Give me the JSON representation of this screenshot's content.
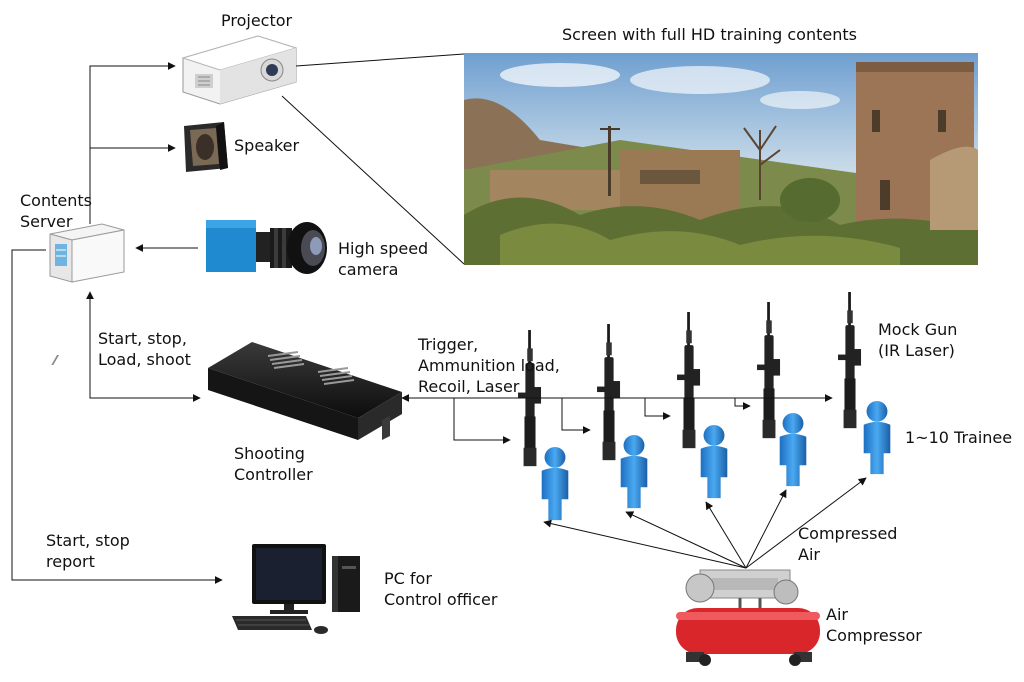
{
  "labels": {
    "projector": "Projector",
    "screen_caption": "Screen with full HD training contents",
    "speaker": "Speaker",
    "contents_server": "Contents\nServer",
    "high_speed_camera": "High speed\ncamera",
    "start_stop_load_shoot": "Start, stop,\nLoad, shoot",
    "trigger_etc": "Trigger,\nAmmunition load,\nRecoil, Laser",
    "mock_gun": "Mock Gun\n(IR Laser)",
    "trainees": "1~10 Trainee",
    "shooting_controller": "Shooting\nController",
    "start_stop_report": "Start, stop\nreport",
    "pc_for_officer": "PC for\nControl officer",
    "compressed_air": "Compressed\nAir",
    "air_compressor": "Air\nCompressor"
  },
  "colors": {
    "line": "#111111",
    "trainee_blue": "#2e8fe0",
    "compressor_red": "#d9262b",
    "sky": "#8fb6d9",
    "sand": "#a8835a"
  },
  "icons": {
    "projector": "projector-icon",
    "speaker": "speaker-icon",
    "server": "server-icon",
    "camera": "high-speed-camera-icon",
    "controller": "shooting-controller-box",
    "pc": "desktop-pc-icon",
    "gun": "mock-gun-icon",
    "trainee": "trainee-figure-icon",
    "compressor": "air-compressor-icon"
  },
  "trainee_count": 5
}
